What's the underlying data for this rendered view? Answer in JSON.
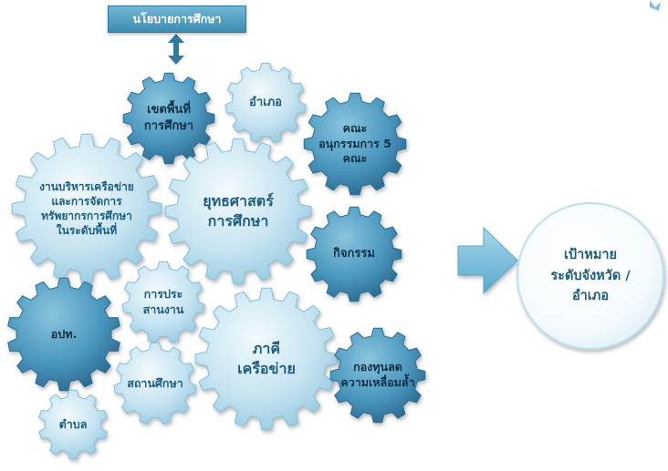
{
  "policy_box": {
    "label": "นโยบายการศึกษา"
  },
  "gears": [
    {
      "id": "zone",
      "label": "เขตพื้นที่\nการศึกษา"
    },
    {
      "id": "district",
      "label": "อำเภอ"
    },
    {
      "id": "committee",
      "label": "คณะ\nอนุกรรมการ 5\nคณะ"
    },
    {
      "id": "network_mgmt",
      "label": "งานบริหารเครือข่าย\nและการจัดการ\nทรัพยากรการศึกษา\nในระดับพื้นที่"
    },
    {
      "id": "strategy",
      "label": "ยุทธศาสตร์\nการศึกษา"
    },
    {
      "id": "activities",
      "label": "กิจกรรม"
    },
    {
      "id": "lao",
      "label": "อปท."
    },
    {
      "id": "coordination",
      "label": "การประ\nสานงาน"
    },
    {
      "id": "partners",
      "label": "ภาคี\nเครือข่าย"
    },
    {
      "id": "equity_fund",
      "label": "กองทุนลด\nความเหลื่อมล้ำ"
    },
    {
      "id": "schools",
      "label": "สถานศึกษา"
    },
    {
      "id": "subdistrict",
      "label": "ตำบล"
    }
  ],
  "goal": {
    "label": "เป้าหมาย\nระดับจังหวัด /\nอำเภอ"
  },
  "colors": {
    "gear_light": "#bfe0ef",
    "gear_dark": "#3e8ab0",
    "text_dark": "#1e5d7f",
    "text_light": "#0e2f44",
    "arrow": "#7cc0de"
  }
}
